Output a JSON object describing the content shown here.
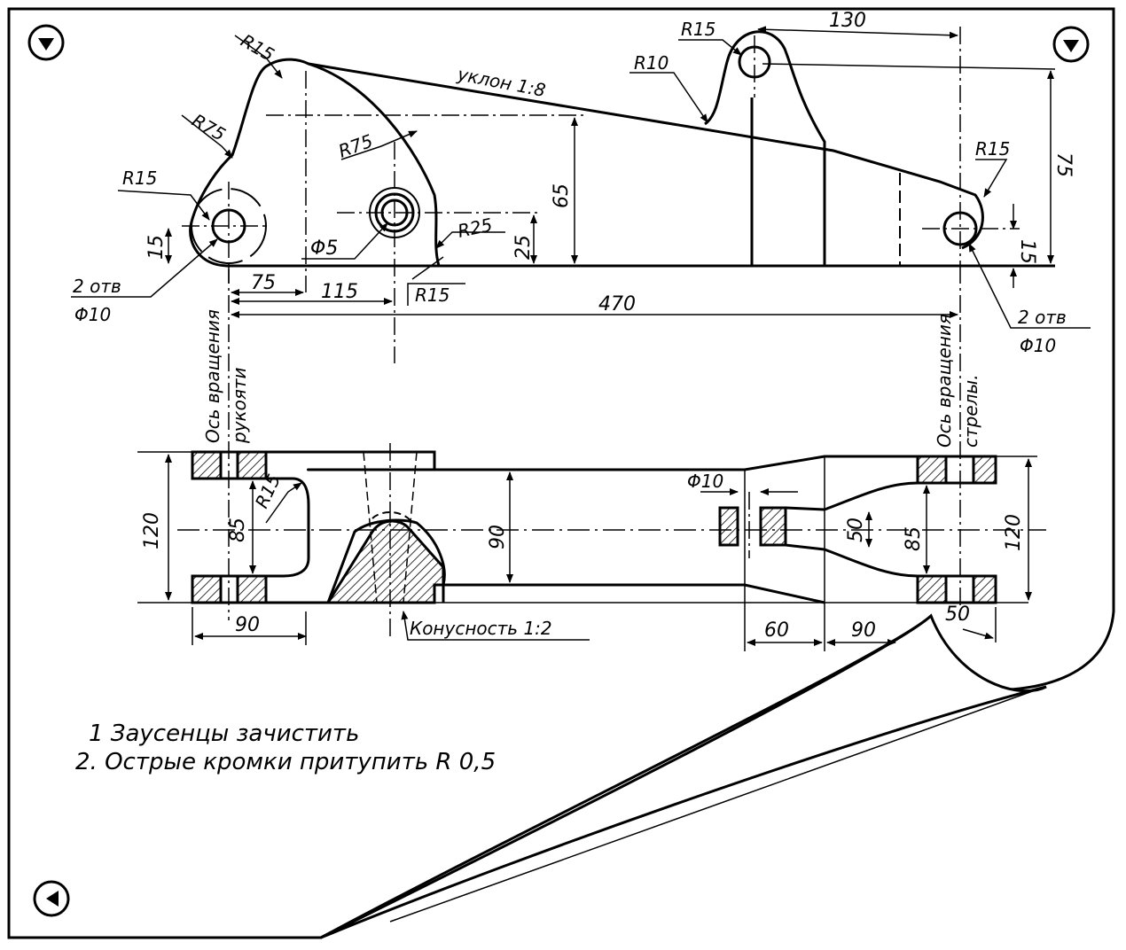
{
  "nav": {
    "top_left_icon": "play-down-icon",
    "top_right_icon": "play-down-icon",
    "bottom_left_icon": "play-left-icon"
  },
  "drawing": {
    "dims": {
      "r15_top": "R15",
      "r75_left": "R75",
      "r75_mid": "R75",
      "r15_left": "R15",
      "r15_hole_right": "R15",
      "r15_top_right": "R15",
      "r10": "R10",
      "r25": "R25",
      "r15_bottom": "R15",
      "slope": "уклон 1:8",
      "d65": "65",
      "d25": "25",
      "d15_left": "15",
      "d15_right": "15",
      "d75_right": "75",
      "d130": "130",
      "d75_bottom": "75",
      "d115": "115",
      "d470": "470",
      "phi5": "Φ5",
      "holes_left_count": "2 отв",
      "holes_left_dia": "Φ10",
      "holes_right_count": "2 отв",
      "holes_right_dia": "Φ10",
      "axis_left_1": "Ось вращения",
      "axis_left_2": "рукояти",
      "axis_right_1": "Ось вращения",
      "axis_right_2": "стрелы.",
      "d120_left": "120",
      "d85_left": "85",
      "r15_plan": "R15",
      "d90_left": "90",
      "d90_mid": "90",
      "taper": "Конусность 1:2",
      "phi10_plan": "Φ10",
      "d50_vert": "50",
      "d85_right": "85",
      "d120_right": "120",
      "d60": "60",
      "d90_right": "90",
      "d50_bottom": "50"
    },
    "notes": [
      "1 Заусенцы зачистить",
      "2. Острые кромки притупить R 0,5"
    ]
  }
}
